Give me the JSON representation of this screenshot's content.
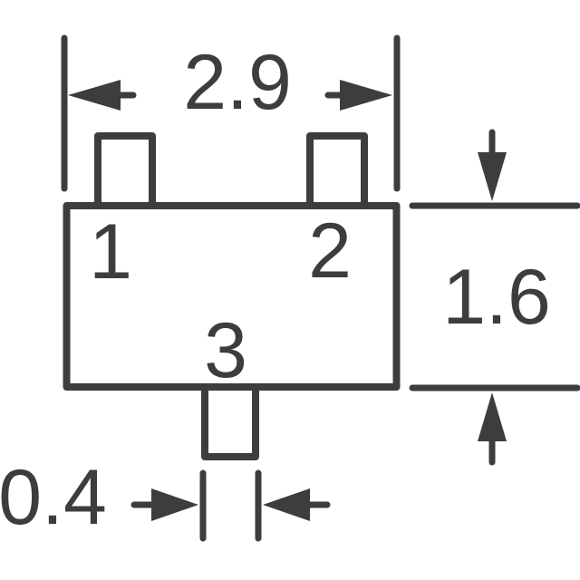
{
  "colors": {
    "line": "#3d3d3f",
    "background": "#ffffff"
  },
  "drawing": {
    "dim_top": "2.9",
    "dim_right": "1.6",
    "dim_bottom": "0.4",
    "pin_labels": {
      "pin1": "1",
      "pin2": "2",
      "pin3": "3"
    }
  }
}
